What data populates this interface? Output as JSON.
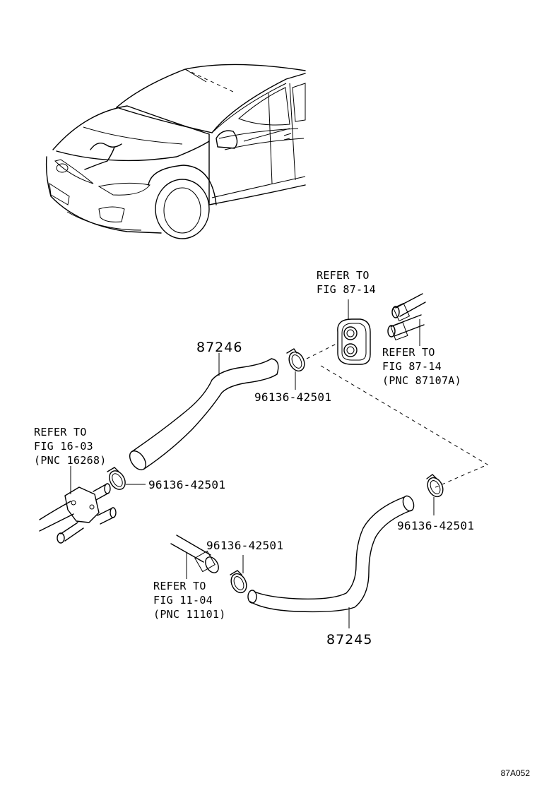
{
  "parts": {
    "hose_upper": "87246",
    "hose_lower": "87245",
    "clamp_a": "96136-42501",
    "clamp_b": "96136-42501",
    "clamp_c": "96136-42501",
    "clamp_d": "96136-42501"
  },
  "refs": {
    "grommet": [
      "REFER TO",
      "FIG 87-14"
    ],
    "heater_pipe": [
      "REFER TO",
      "FIG 87-14",
      "(PNC 87107A)"
    ],
    "water_bypass": [
      "REFER TO",
      "FIG 16-03",
      "(PNC 16268)"
    ],
    "engine_outlet": [
      "REFER TO",
      "FIG 11-04",
      "(PNC 11101)"
    ]
  },
  "diagram_code": "87A052"
}
